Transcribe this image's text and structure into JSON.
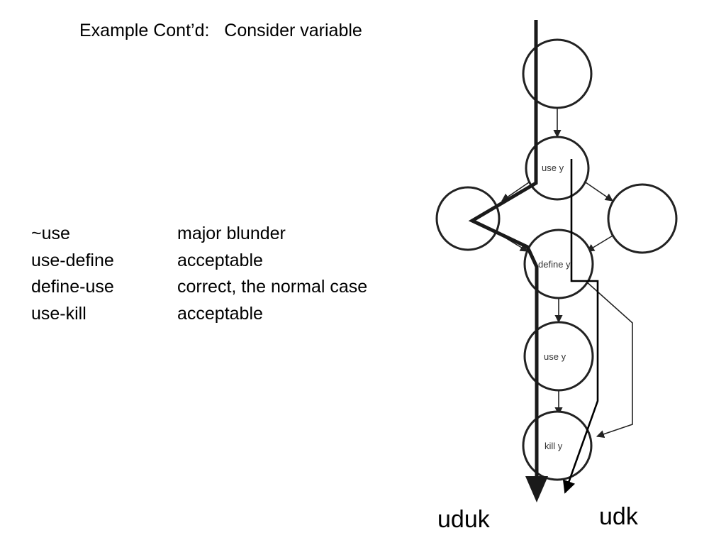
{
  "title": "Example Cont’d:   Consider variable",
  "anomaly_table": [
    {
      "term": "~use",
      "meaning": "major blunder"
    },
    {
      "term": "use-define",
      "meaning": "acceptable"
    },
    {
      "term": "define-use",
      "meaning": "correct, the normal case"
    },
    {
      "term": "use-kill",
      "meaning": "acceptable"
    }
  ],
  "diagram": {
    "nodes": {
      "use_1": "use y",
      "define": "define y",
      "use_2": "use y",
      "kill": "kill y"
    },
    "paths": {
      "uduk": "uduk",
      "udk": "udk"
    }
  },
  "colors": {
    "stroke": "#222222",
    "thick_path": "#1a1a1a",
    "thin_path": "#000000"
  }
}
